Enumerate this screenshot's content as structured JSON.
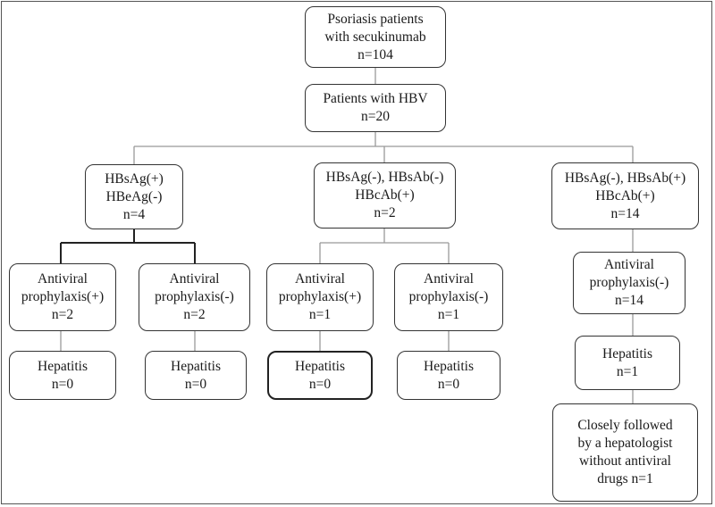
{
  "root": {
    "lines": [
      "Psoriasis patients",
      "with secukinumab",
      "n=104"
    ]
  },
  "hbv": {
    "lines": [
      "Patients with HBV",
      "n=20"
    ]
  },
  "groups": [
    {
      "lines": [
        "HBsAg(+)",
        "HBeAg(-)",
        "n=4"
      ],
      "children": [
        {
          "prophylaxis": [
            "Antiviral",
            "prophylaxis(+)",
            "n=2"
          ],
          "hepatitis": [
            "Hepatitis",
            "n=0"
          ]
        },
        {
          "prophylaxis": [
            "Antiviral",
            "prophylaxis(-)",
            "n=2"
          ],
          "hepatitis": [
            "Hepatitis",
            "n=0"
          ]
        }
      ]
    },
    {
      "lines": [
        "HBsAg(-), HBsAb(-)",
        "HBcAb(+)",
        "n=2"
      ],
      "children": [
        {
          "prophylaxis": [
            "Antiviral",
            "prophylaxis(+)",
            "n=1"
          ],
          "hepatitis": [
            "Hepatitis",
            "n=0"
          ]
        },
        {
          "prophylaxis": [
            "Antiviral",
            "prophylaxis(-)",
            "n=1"
          ],
          "hepatitis": [
            "Hepatitis",
            "n=0"
          ]
        }
      ]
    },
    {
      "lines": [
        "HBsAg(-), HBsAb(+)",
        "HBcAb(+)",
        "n=14"
      ],
      "children": [
        {
          "prophylaxis": [
            "Antiviral",
            "prophylaxis(-)",
            "n=14"
          ],
          "hepatitis": [
            "Hepatitis",
            "n=1"
          ]
        }
      ],
      "followup": [
        "Closely followed",
        "by a hepatologist",
        "without antiviral",
        "drugs n=1"
      ]
    }
  ]
}
